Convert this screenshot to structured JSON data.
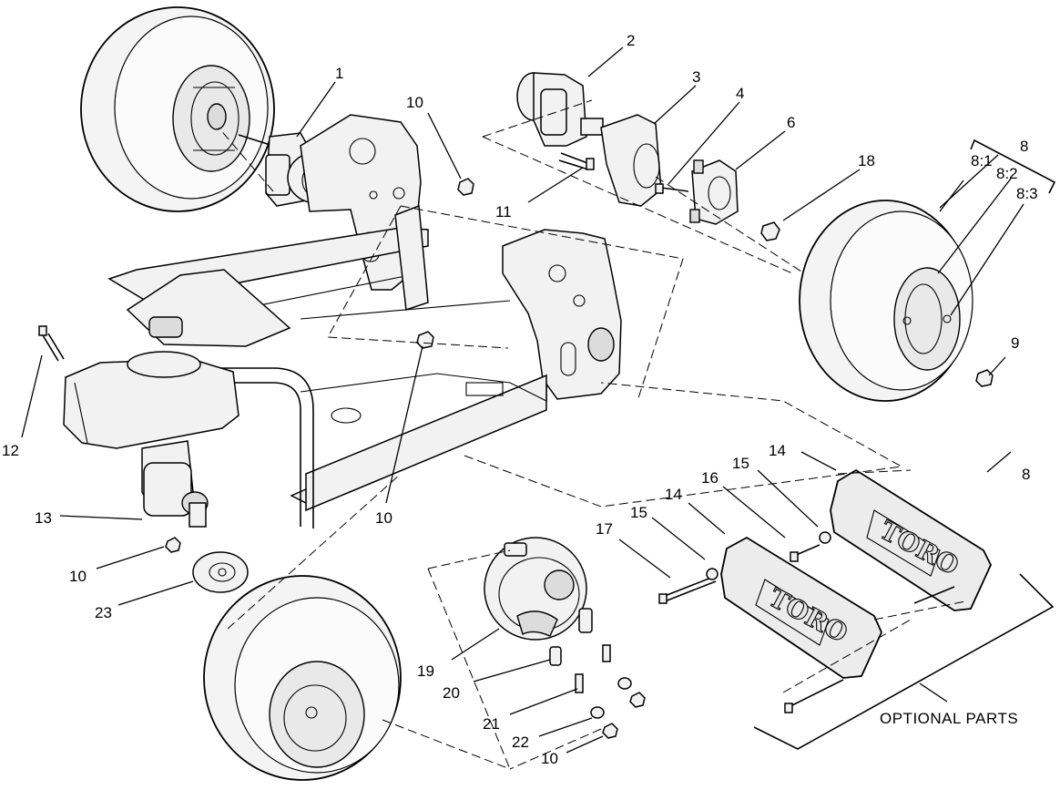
{
  "callouts": {
    "c1": "1",
    "c2": "2",
    "c3": "3",
    "c4": "4",
    "c6": "6",
    "c8_bracket": "8",
    "c8_1": "8:1",
    "c8_2": "8:2",
    "c8_3": "8:3",
    "c8_weights": "8",
    "c9": "9",
    "c10_top": "10",
    "c10_mid": "10",
    "c10_left": "10",
    "c10_bottom": "10",
    "c11": "11",
    "c12": "12",
    "c13": "13",
    "c14_upper": "14",
    "c14_lower": "14",
    "c15_upper": "15",
    "c15_lower": "15",
    "c16": "16",
    "c17": "17",
    "c18": "18",
    "c19": "19",
    "c20": "20",
    "c21": "21",
    "c22": "22",
    "c23": "23"
  },
  "group_label": "OPTIONAL PARTS",
  "logo_text": "TORO"
}
